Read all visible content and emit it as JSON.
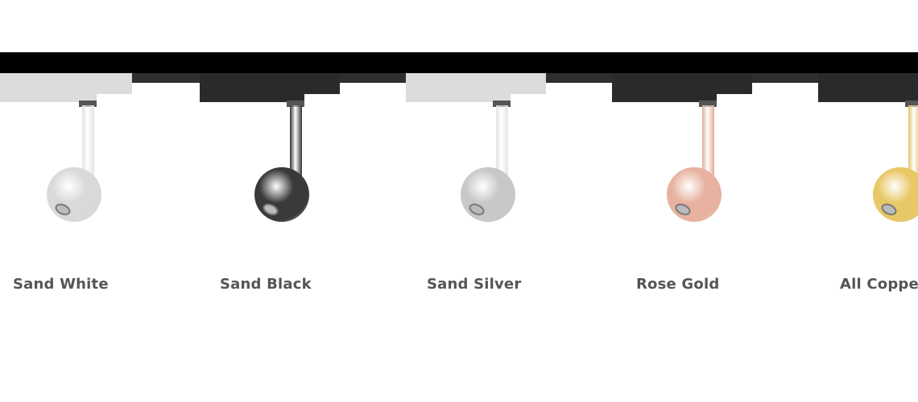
{
  "products": [
    {
      "label": "Sand White",
      "housing": "#dcdcdc",
      "stem": "#e2e2e2",
      "ball": "#d9d9d9"
    },
    {
      "label": "Sand Black",
      "housing": "#2a2a2a",
      "stem": "#333333",
      "ball": "#3a3a3a"
    },
    {
      "label": "Sand Silver",
      "housing": "#dcdcdc",
      "stem": "#e4e4e4",
      "ball": "#c8c8c8"
    },
    {
      "label": "Rose Gold",
      "housing": "#2a2a2a",
      "stem": "#e3ab98",
      "ball": "#e8b2a0"
    },
    {
      "label": "All Copper",
      "housing": "#2a2a2a",
      "stem": "#e5c36a",
      "ball": "#e8c766"
    }
  ]
}
